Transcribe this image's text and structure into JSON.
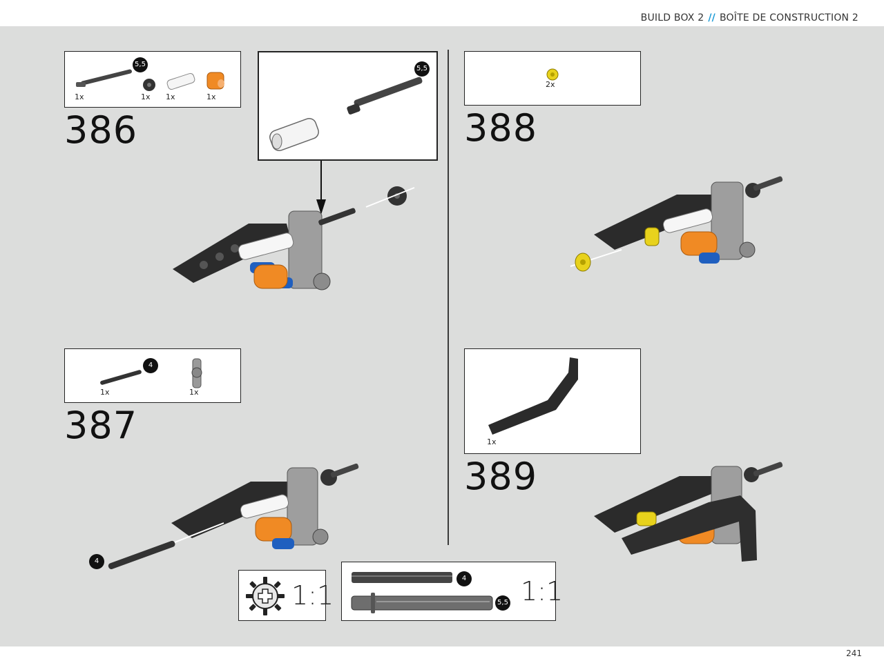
{
  "header": {
    "left": "BUILD BOX 2",
    "separator": "//",
    "right": "BOÎTE DE CONSTRUCTION 2"
  },
  "page_number": "241",
  "steps": [
    {
      "number": "386",
      "parts": [
        {
          "qty": "1x",
          "badge": "5,5"
        },
        {
          "qty": "1x"
        },
        {
          "qty": "1x"
        },
        {
          "qty": "1x"
        }
      ],
      "subassembly_badge": "5,5"
    },
    {
      "number": "387",
      "parts": [
        {
          "qty": "1x",
          "badge": "4"
        },
        {
          "qty": "1x"
        }
      ],
      "callout_badge": "4"
    },
    {
      "number": "388",
      "parts": [
        {
          "qty": "2x"
        }
      ]
    },
    {
      "number": "389",
      "parts": [
        {
          "qty": "1x"
        }
      ]
    }
  ],
  "scale_gear": {
    "ratio": "1:1"
  },
  "scale_axles": {
    "ratio": "1:1",
    "badges": [
      "4",
      "5,5"
    ]
  },
  "colors": {
    "accent": "#1a9ad6",
    "orange": "#f08a24",
    "blue": "#1f5fbf",
    "yellow": "#e8d21c",
    "background": "#dcdddc"
  }
}
